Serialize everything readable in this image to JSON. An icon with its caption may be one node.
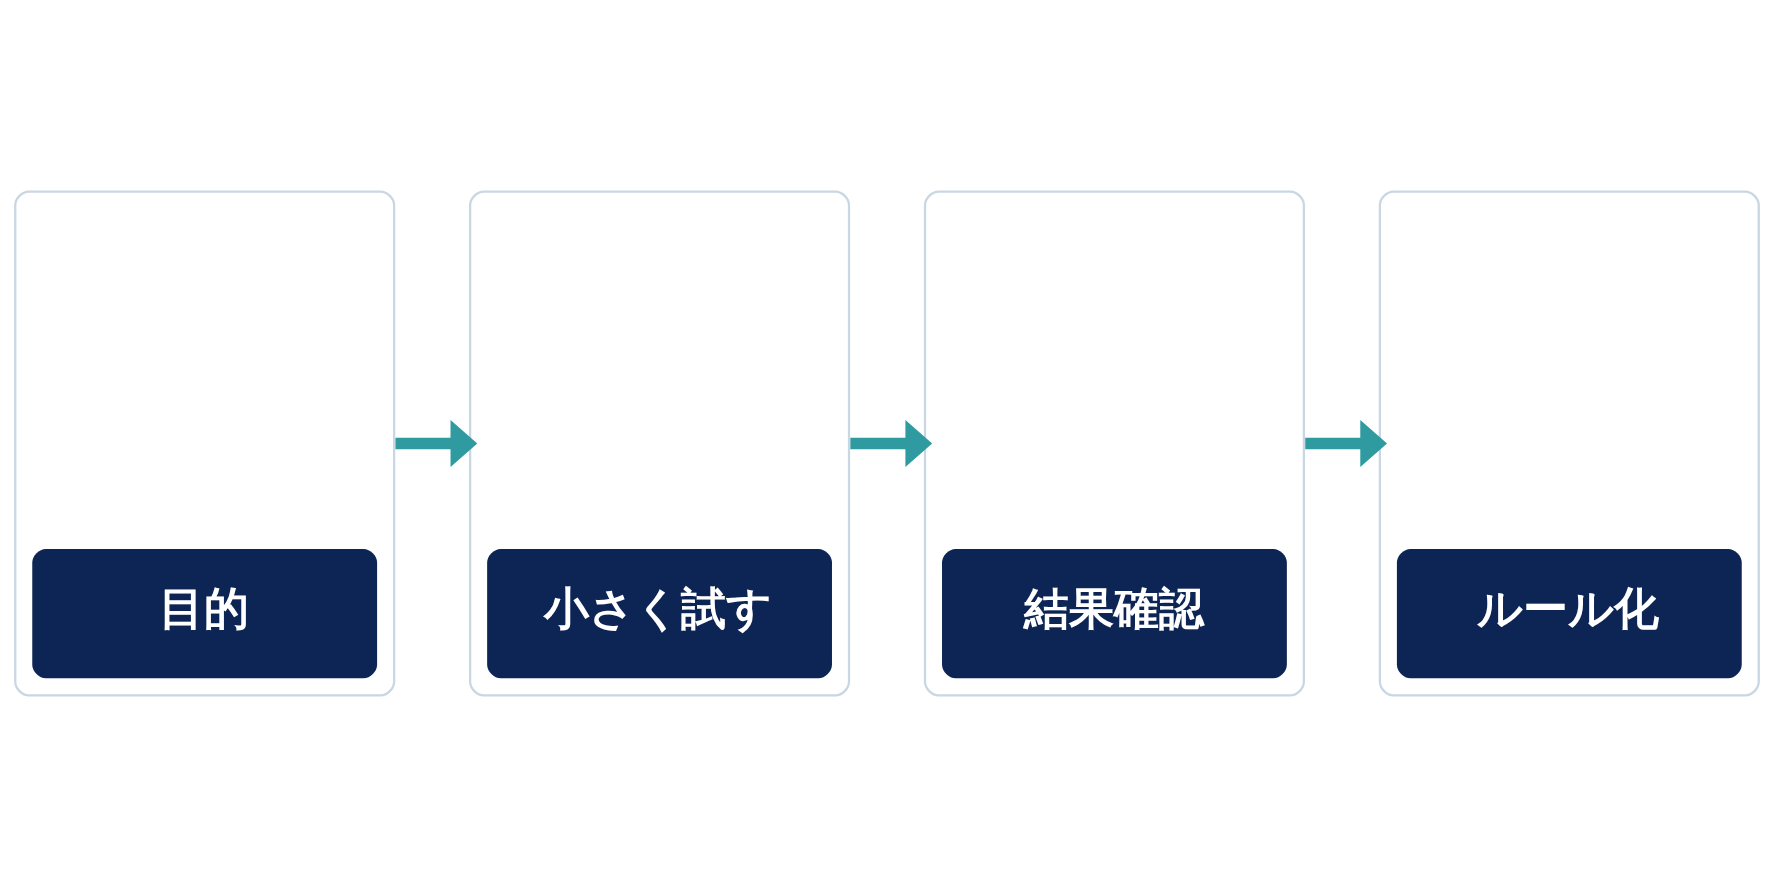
{
  "diagram": {
    "nodes": [
      {
        "text": [
          "目的"
        ]
      },
      {
        "text": [
          "小さく試す"
        ]
      },
      {
        "text": [
          "結果確認"
        ]
      },
      {
        "text": [
          "ルール化"
        ]
      }
    ],
    "edges": [
      {
        "from": 0,
        "to": 1,
        "arrow": "to"
      },
      {
        "from": 1,
        "to": 2,
        "arrow": "to"
      },
      {
        "from": 2,
        "to": 3,
        "arrow": "to"
      }
    ]
  }
}
